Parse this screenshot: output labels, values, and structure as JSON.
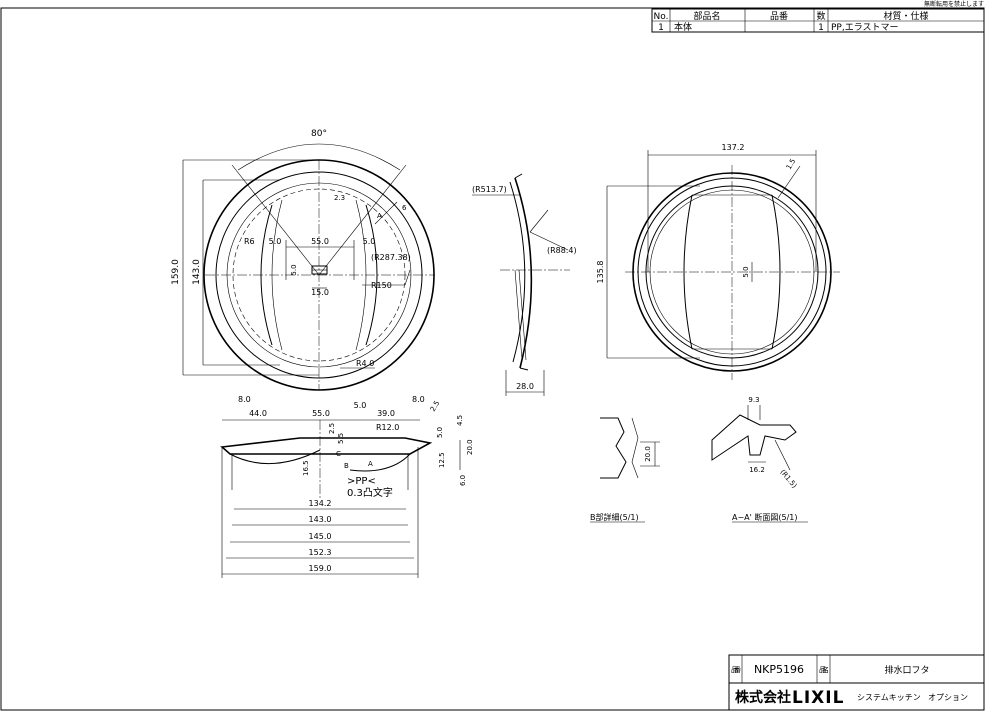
{
  "note_top": "無断転用を禁止します",
  "parts_table": {
    "headers": [
      "No.",
      "部品名",
      "品番",
      "数",
      "材質・仕様"
    ],
    "rows": [
      [
        "1",
        "本体",
        "",
        "1",
        "PP,エラストマー"
      ]
    ]
  },
  "front_view": {
    "angle": "80°",
    "dims": {
      "d159": "159.0",
      "d143": "143.0",
      "d55": "55.0",
      "d5a": "5.0",
      "d5b": "5.0",
      "d5c": "5.0",
      "d15": "15.0",
      "r6": "R6",
      "r287": "(R287.38)",
      "r150": "R150",
      "r4": "R4.0",
      "d23": "2.3",
      "d6": "6",
      "labelA": "A"
    }
  },
  "side_view": {
    "dims": {
      "r513": "(R513.7)",
      "r88": "(R88.4)",
      "d28": "28.0"
    }
  },
  "back_view": {
    "dims": {
      "d1372": "137.2",
      "d15": "1.5",
      "d1358": "135.8",
      "d50": "5.0"
    }
  },
  "section_view": {
    "dims": {
      "d8a": "8.0",
      "d44": "44.0",
      "d55": "55.0",
      "d5": "5.0",
      "d39": "39.0",
      "d8b": "8.0",
      "d25": "2.5",
      "d45": "4.5",
      "r12": "R12.0",
      "d25b": "2.5",
      "d55b": "5.5",
      "d50": "5.0",
      "d165": "16.5",
      "d125": "12.5",
      "d20": "20.0",
      "d60": "6.0",
      "labelB": "B",
      "labelC": "C",
      "labelAA": "A"
    },
    "pp_mark": ">PP<",
    "pp_note": "0.3凸文字",
    "bottom_dims": [
      "134.2",
      "143.0",
      "145.0",
      "152.3",
      "159.0"
    ]
  },
  "detail_b": {
    "dim": "20.0",
    "caption": "B部詳細(5/1)"
  },
  "detail_aa": {
    "dims": {
      "d93": "9.3",
      "d162": "16.2",
      "r15": "(R1.5)"
    },
    "caption": "A−A' 断面図(5/1)"
  },
  "title_block": {
    "hinban_label": "品番",
    "hinban": "NKP5196",
    "hinmei_label": "品名",
    "hinmei": "排水口フタ",
    "company": "株式会社",
    "logo": "LIXIL",
    "series": "システムキッチン",
    "category": "オプション"
  }
}
